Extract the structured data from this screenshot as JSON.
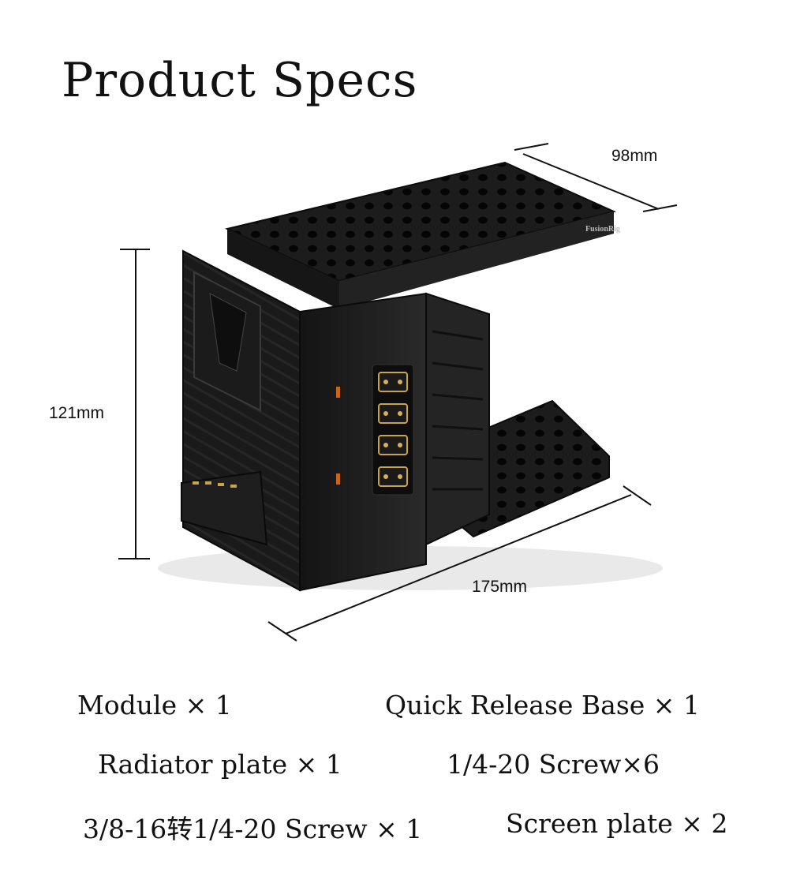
{
  "title": "Product Specs",
  "product": {
    "brand_mark": "FusionRig",
    "dimensions": {
      "width": "98mm",
      "height": "121mm",
      "length": "175mm"
    }
  },
  "contents": [
    "Module × 1",
    "Quick Release Base × 1",
    "Radiator plate × 1",
    "1/4-20 Screw×6",
    "3/8-16转1/4-20 Screw × 1",
    "Screen plate × 2"
  ]
}
